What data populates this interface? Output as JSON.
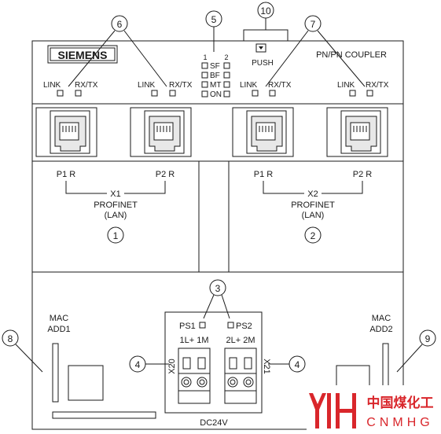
{
  "brand": "SIEMENS",
  "device_name": "PN/PN COUPLER",
  "push_label": "PUSH",
  "status_leds": {
    "col_labels": [
      "1",
      "2"
    ],
    "rows": [
      "SF",
      "BF",
      "MT",
      "ON"
    ]
  },
  "port_labels": {
    "link": "LINK",
    "rxtx": "RX/TX"
  },
  "sections": {
    "left": {
      "p1": "P1 R",
      "p2": "P2 R",
      "name": "X1",
      "line2": "PROFINET",
      "line3": "(LAN)"
    },
    "right": {
      "p1": "P1 R",
      "p2": "P2 R",
      "name": "X2",
      "line2": "PROFINET",
      "line3": "(LAN)"
    }
  },
  "mac": {
    "left": [
      "MAC",
      "ADD1"
    ],
    "right": [
      "MAC",
      "ADD2"
    ]
  },
  "power": {
    "ps1": "PS1",
    "ps2": "PS2",
    "term_left": "1L+ 1M",
    "term_right": "2L+ 2M",
    "conn_left": "X20",
    "conn_right": "X21",
    "supply": "DC24V"
  },
  "callouts": [
    "1",
    "2",
    "3",
    "4",
    "4",
    "5",
    "6",
    "7",
    "8",
    "9",
    "10"
  ],
  "watermark": {
    "cn": "中国煤化工",
    "en": "CNMHG",
    "color": "#d9262b"
  }
}
